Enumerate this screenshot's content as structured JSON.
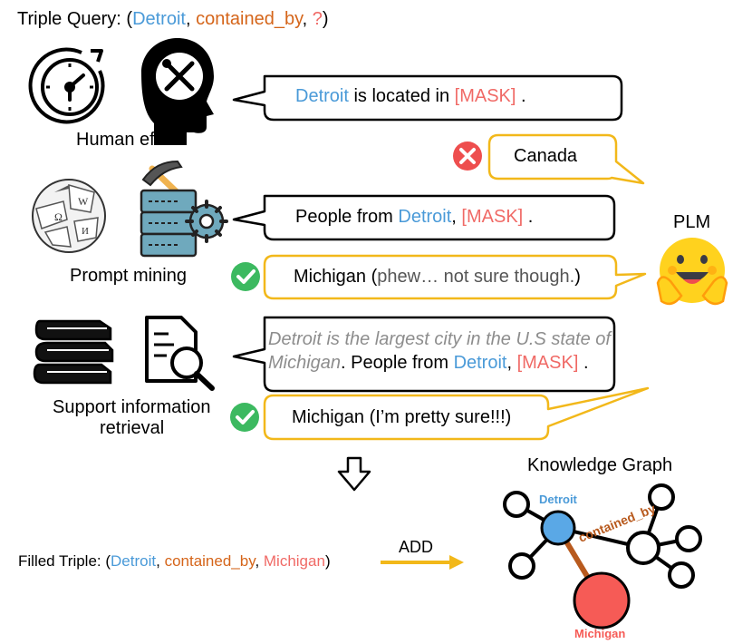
{
  "query": {
    "label": "Triple Query: (",
    "head": "Detroit",
    "comma1": ", ",
    "relation": "contained_by",
    "comma2": ", ",
    "tail": "?",
    "close": ")"
  },
  "methods": {
    "human": "Human effort",
    "mining": "Prompt mining",
    "support_line1": "Support information",
    "support_line2": "retrieval"
  },
  "prompts": {
    "p1": {
      "entity": "Detroit",
      "middle": " is located in ",
      "mask": "[MASK]",
      "end": " ."
    },
    "p2": {
      "start": "People from ",
      "entity": "Detroit",
      "comma": ", ",
      "mask": "[MASK]",
      "end": " ."
    },
    "p3": {
      "line1": "Detroit is the largest city in the U.S state of",
      "italic2": "Michigan",
      "mid": ". People from ",
      "entity": "Detroit",
      "comma": ", ",
      "mask": "[MASK]",
      "end": " ."
    }
  },
  "answers": {
    "a1": "Canada",
    "a2_main": "Michigan (",
    "a2_aside": "phew… not sure though.",
    "a2_close": ")",
    "a3": "Michigan (I’m pretty sure!!!)"
  },
  "plm_label": "PLM",
  "filled": {
    "label": "Filled Triple: (",
    "head": "Detroit",
    "comma1": ", ",
    "relation": "contained_by",
    "comma2": ", ",
    "tail": "Michigan",
    "close": ")"
  },
  "add_label": "ADD",
  "kg": {
    "title": "Knowledge Graph",
    "node_head": "Detroit",
    "edge_label": "contained_by",
    "node_tail": "Michigan"
  },
  "colors": {
    "entity": "#4a9ad8",
    "relation": "#d5651a",
    "mask": "#f06a66",
    "answer_border": "#f2b81a",
    "wrong": "#ee4e4e",
    "right": "#3cb960",
    "kg_head": "#5aa8e6",
    "kg_tail": "#f65b56",
    "edge": "#b85a1e"
  },
  "icons": [
    "clock-icon",
    "head-tools-icon",
    "wikipedia-icon",
    "mining-server-icon",
    "books-icon",
    "document-search-icon",
    "cross-icon",
    "check-icon",
    "huggingface-icon",
    "down-arrow-icon",
    "right-arrow-icon"
  ]
}
